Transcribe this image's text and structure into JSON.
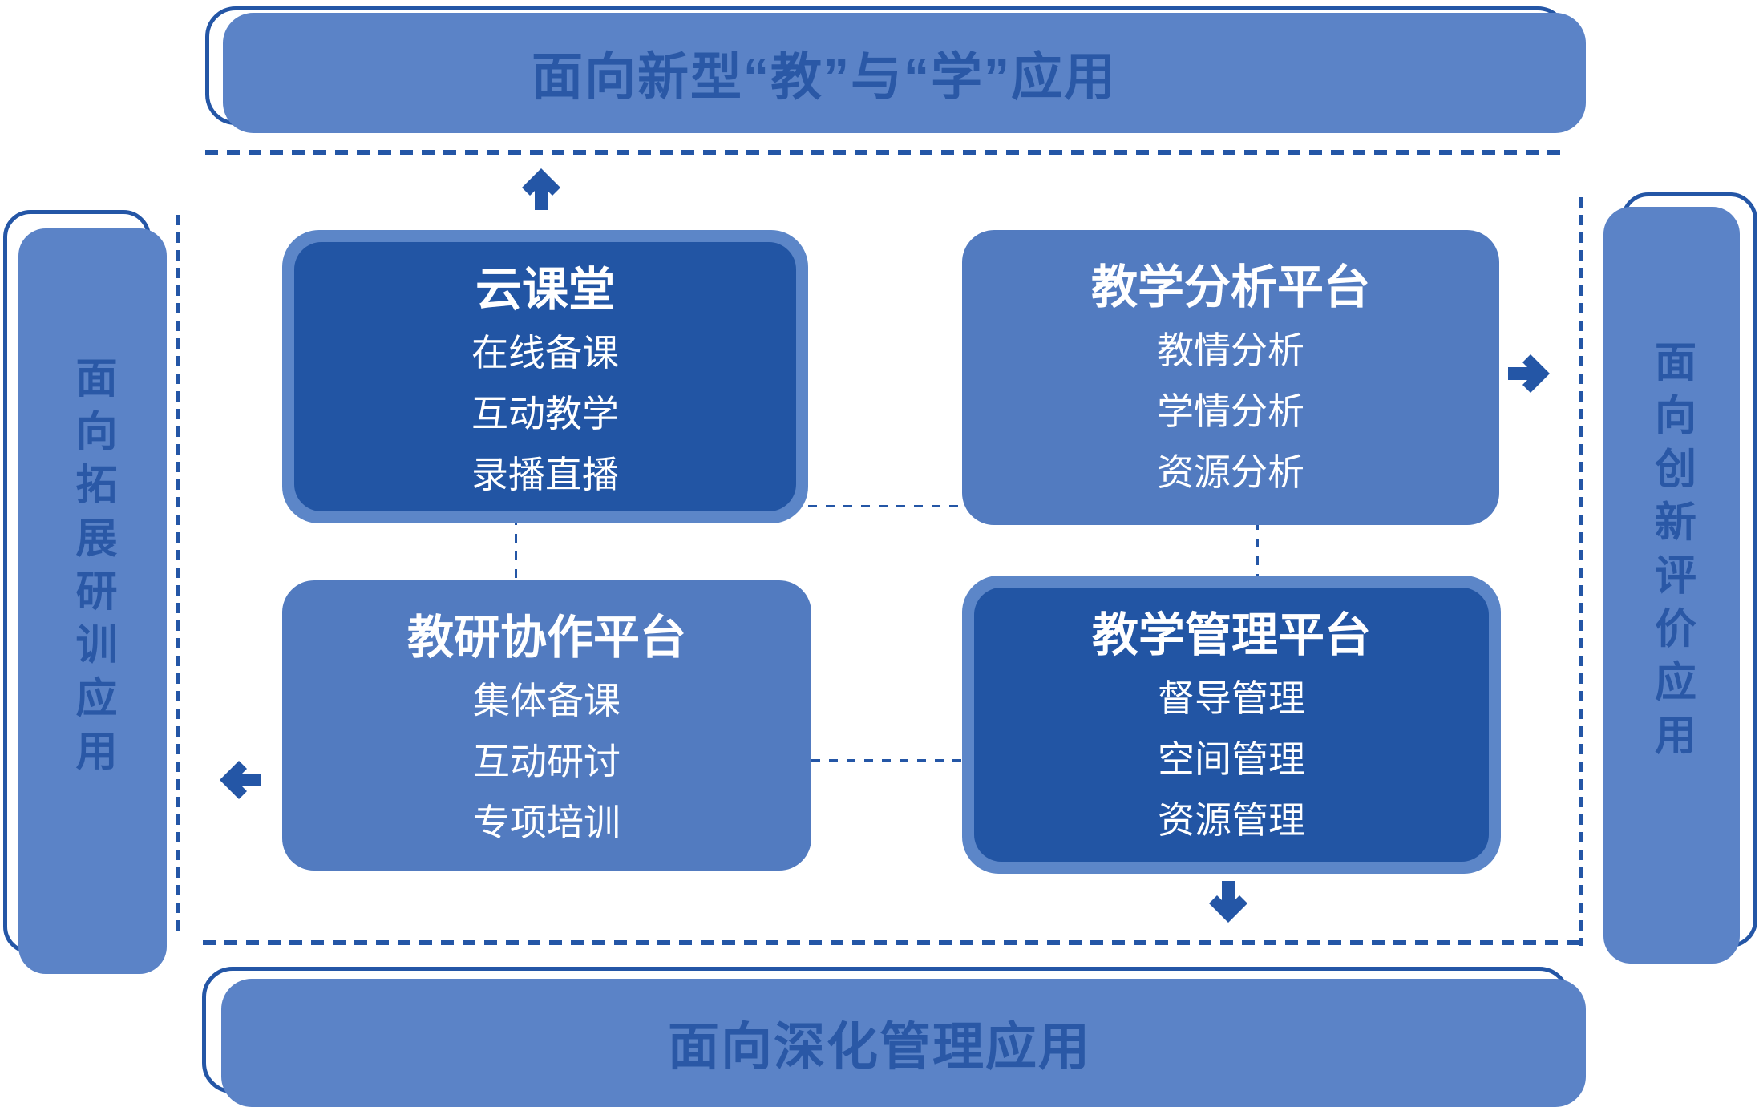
{
  "banners": {
    "top": {
      "label": "面向新型“教”与“学”应用"
    },
    "bottom": {
      "label": "面向深化管理应用"
    },
    "left": {
      "label": "面向拓展研训应用"
    },
    "right": {
      "label": "面向创新评价应用"
    }
  },
  "boxes": [
    {
      "title": "云课堂",
      "variant": "dark",
      "items": [
        "在线备课",
        "互动教学",
        "录播直播"
      ]
    },
    {
      "title": "教学分析平台",
      "variant": "medium",
      "items": [
        "教情分析",
        "学情分析",
        "资源分析"
      ]
    },
    {
      "title": "教研协作平台",
      "variant": "medium",
      "items": [
        "集体备课",
        "互动研讨",
        "专项培训"
      ]
    },
    {
      "title": "教学管理平台",
      "variant": "dark",
      "items": [
        "督导管理",
        "空间管理",
        "资源管理"
      ]
    }
  ],
  "icons": {
    "up_arrow": "↑",
    "right_arrow": "→",
    "left_arrow": "←",
    "down_arrow": "↓"
  },
  "colors": {
    "dark": "#2255A4",
    "medium": "#527BC0",
    "bannerFill": "#5B83C7",
    "frame": "#5C86C8",
    "line": "#2456A6",
    "textDark": "#2A58A6",
    "textLight": "#FFFFFF"
  }
}
